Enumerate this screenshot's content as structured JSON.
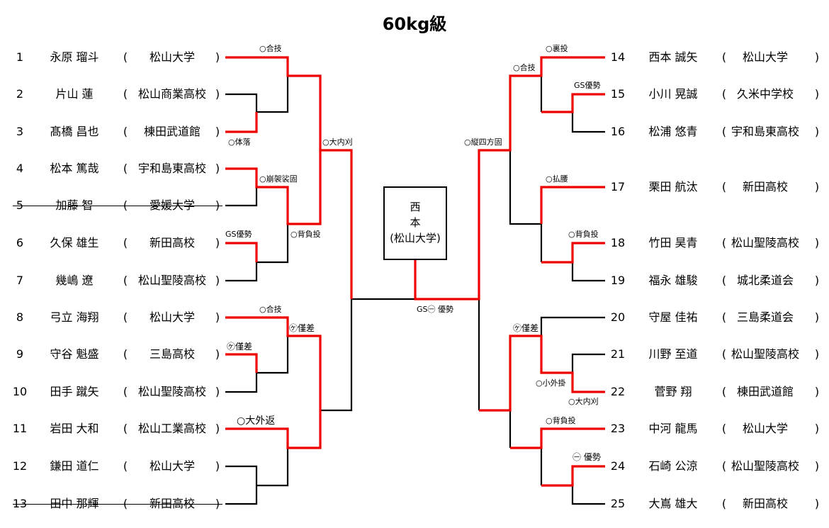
{
  "title": "60kg級",
  "champion": {
    "line1": "西",
    "line2": "本",
    "team": "(松山大学)"
  },
  "final_result": "GS㊀ 優勢",
  "left_entries": [
    {
      "num": "1",
      "name": "永原 瑠斗",
      "team": "松山大学",
      "withdrawn": false
    },
    {
      "num": "2",
      "name": "片山 蓮",
      "team": "松山商業高校",
      "withdrawn": false
    },
    {
      "num": "3",
      "name": "髙橋 昌也",
      "team": "棟田武道館",
      "withdrawn": false
    },
    {
      "num": "4",
      "name": "松本 篤哉",
      "team": "宇和島東高校",
      "withdrawn": false
    },
    {
      "num": "5",
      "name": "加藤 智",
      "team": "愛媛大学",
      "withdrawn": true
    },
    {
      "num": "6",
      "name": "久保 雄生",
      "team": "新田高校",
      "withdrawn": false
    },
    {
      "num": "7",
      "name": "幾嶋 遼",
      "team": "松山聖陵高校",
      "withdrawn": false
    },
    {
      "num": "8",
      "name": "弓立 海翔",
      "team": "松山大学",
      "withdrawn": false
    },
    {
      "num": "9",
      "name": "守谷 魁盛",
      "team": "三島高校",
      "withdrawn": false
    },
    {
      "num": "10",
      "name": "田手 蹴矢",
      "team": "松山聖陵高校",
      "withdrawn": false
    },
    {
      "num": "11",
      "name": "岩田 大和",
      "team": "松山工業高校",
      "withdrawn": false
    },
    {
      "num": "12",
      "name": "鎌田 道仁",
      "team": "松山大学",
      "withdrawn": false
    },
    {
      "num": "13",
      "name": "田中 那輝",
      "team": "新田高校",
      "withdrawn": true
    }
  ],
  "right_entries": [
    {
      "num": "14",
      "name": "西本 誠矢",
      "team": "松山大学"
    },
    {
      "num": "15",
      "name": "小川 晃誠",
      "team": "久米中学校"
    },
    {
      "num": "16",
      "name": "松浦 悠青",
      "team": "宇和島東高校"
    },
    {
      "num": "17",
      "name": "栗田 航汰",
      "team": "新田高校"
    },
    {
      "num": "18",
      "name": "竹田 昊青",
      "team": "松山聖陵高校"
    },
    {
      "num": "19",
      "name": "福永 雄駿",
      "team": "城北柔道会"
    },
    {
      "num": "20",
      "name": "守屋 佳祐",
      "team": "三島柔道会"
    },
    {
      "num": "21",
      "name": "川野 至道",
      "team": "松山聖陵高校"
    },
    {
      "num": "22",
      "name": "菅野 翔",
      "team": "棟田武道館"
    },
    {
      "num": "23",
      "name": "中河 龍馬",
      "team": "松山大学"
    },
    {
      "num": "24",
      "name": "石崎 公涼",
      "team": "松山聖陵高校"
    },
    {
      "num": "25",
      "name": "大嶌 雄大",
      "team": "新田高校"
    }
  ],
  "paren_open": "(",
  "paren_close": ")",
  "results": {
    "l_1_r1": "○合技",
    "l_2_3": "○体落",
    "l_4_5": "○崩袈裟固",
    "l_6_7": "GS優勢",
    "l_top_sf": "○背負投",
    "l_top_final": "○大内刈",
    "l_8_r1": "○合技",
    "l_9_10": "㋘僅差",
    "l_mid_sf": "㋘僅差",
    "l_11": "○大外返",
    "r_14_r1": "○裏投",
    "r_15_16": "GS優勢",
    "r_top_sf": "○合技",
    "r_top_final": "○縦四方固",
    "r_17": "○払腰",
    "r_18_19": "○背負投",
    "r_20_22_sf": "㋘僅差",
    "r_21_22_a": "○小外掛",
    "r_21_22_b": "○大内刈",
    "r_23": "○背負投",
    "r_24_25": "㊀ 優勢"
  },
  "colors": {
    "win": "#ee0000",
    "lose": "#000000"
  }
}
